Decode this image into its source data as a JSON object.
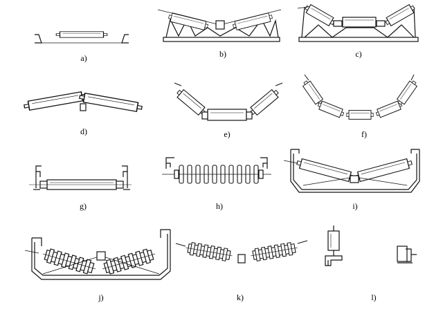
{
  "labels": [
    "a)",
    "b)",
    "c)",
    "d)",
    "e)",
    "f)",
    "g)",
    "h)",
    "i)",
    "j)",
    "k)",
    "l)"
  ],
  "colors": {
    "ink": "#111111",
    "paper": "#ffffff",
    "shade": "#f2f2f2"
  }
}
